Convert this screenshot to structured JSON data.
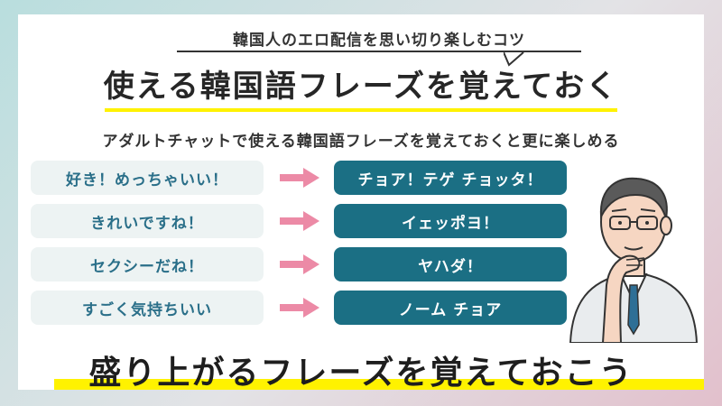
{
  "header": {
    "speech_text": "韓国人のエロ配信を思い切り楽しむコツ",
    "title": "使える韓国語フレーズを覚えておく",
    "subtitle": "アダルトチャットで使える韓国語フレーズを覚えておくと更に楽しめる"
  },
  "phrases": [
    {
      "jp": "好き！めっちゃいい！",
      "kr": "チョア！テゲ チョッタ！"
    },
    {
      "jp": "きれいですね！",
      "kr": "イェッポヨ！"
    },
    {
      "jp": "セクシーだね！",
      "kr": "ヤハダ！"
    },
    {
      "jp": "すごく気持ちいい",
      "kr": "ノーム チョア"
    }
  ],
  "footer": {
    "title": "盛り上がるフレーズを覚えておこう"
  },
  "colors": {
    "teal": "#1b6f84",
    "light_pill": "#edf3f3",
    "arrow_pink": "#ec8aa6",
    "highlight_yellow": "#fff200"
  },
  "icons": {
    "arrow": "right-arrow-icon",
    "illustration": "thinking-man-illustration"
  }
}
